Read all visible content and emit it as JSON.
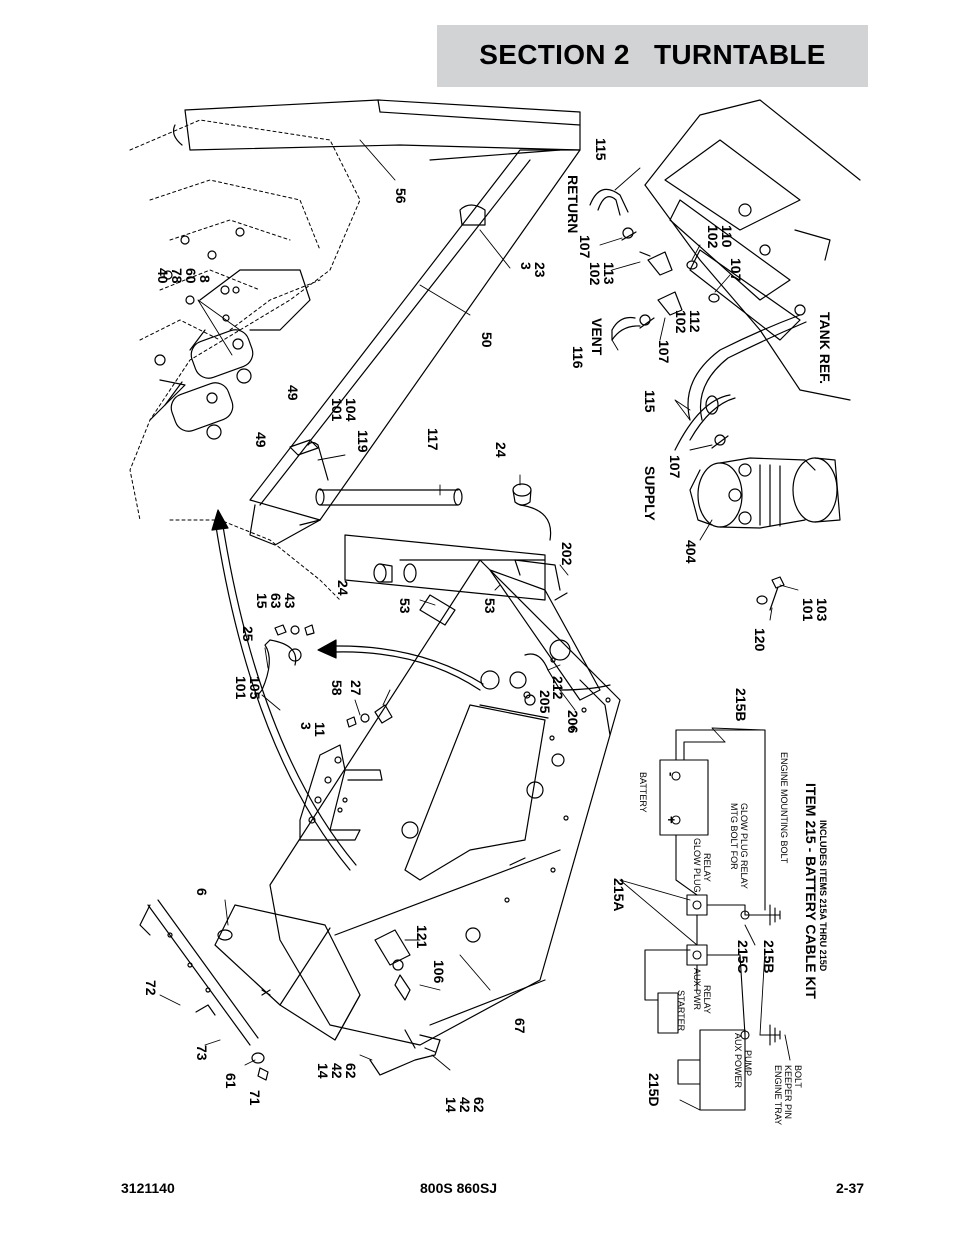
{
  "header": {
    "section_title": "SECTION 2   TURNTABLE"
  },
  "footer": {
    "doc_number": "3121140",
    "model": "800S 860SJ",
    "page": "2-37"
  },
  "diagram": {
    "callouts": {
      "c40": "40",
      "c78": "78",
      "c60": "60",
      "c8": "8",
      "c49a": "49",
      "c49b": "49",
      "c56": "56",
      "c3a": "3",
      "c23": "23",
      "c50": "50",
      "c101a": "101",
      "c104": "104",
      "c119": "119",
      "c117": "117",
      "c24a": "24",
      "c24b": "24",
      "c202": "202",
      "c53a": "53",
      "c53b": "53",
      "c15": "15",
      "c63": "63",
      "c43": "43",
      "c25": "25",
      "c101b": "101",
      "c105": "105",
      "c58": "58",
      "c27": "27",
      "c3b": "3",
      "c11": "11",
      "c205": "205",
      "c212": "212",
      "c206": "206",
      "c6": "6",
      "c72": "72",
      "c73": "73",
      "c61": "61",
      "c71": "71",
      "c14a": "14",
      "c42a": "42",
      "c62a": "62",
      "c14b": "14",
      "c42b": "42",
      "c62b": "62",
      "c121": "121",
      "c106": "106",
      "c67": "67",
      "c115a": "115",
      "c115b": "115",
      "c107a": "107",
      "c107b": "107",
      "c107c": "107",
      "c107d": "107",
      "c102a": "102",
      "c113": "113",
      "c102b": "102",
      "c110": "110",
      "c102c": "102",
      "c112": "112",
      "c116": "116",
      "c404": "404",
      "c120": "120",
      "c101c": "101",
      "c103": "103",
      "return": "RETURN",
      "vent": "VENT",
      "supply": "SUPPLY",
      "tank_ref": "TANK REF."
    },
    "kit": {
      "title": "ITEM 215 - BATTERY CABLE KIT",
      "subtitle": "INCLUDES ITEMS 215A THRU 215D",
      "c215a": "215A",
      "c215b_top": "215B",
      "c215c": "215C",
      "c215b_bot": "215B",
      "c215d": "215D",
      "battery": "BATTERY",
      "glow_plug_relay_1": "GLOW PLUG",
      "glow_plug_relay_2": "RELAY",
      "mtg_bolt_1": "MTG BOLT FOR",
      "mtg_bolt_2": "GLOW PLUG RELAY",
      "engine_mounting_bolt": "ENGINE MOUNTING BOLT",
      "starter": "STARTER",
      "aux_pwr_1": "AUX PWR",
      "aux_pwr_2": "RELAY",
      "aux_pump_1": "AUX POWER",
      "aux_pump_2": "PUMP",
      "tray_1": "ENGINE TRAY",
      "tray_2": "KEEPER PIN",
      "tray_3": "BOLT",
      "plus": "+",
      "minus": "-"
    }
  }
}
